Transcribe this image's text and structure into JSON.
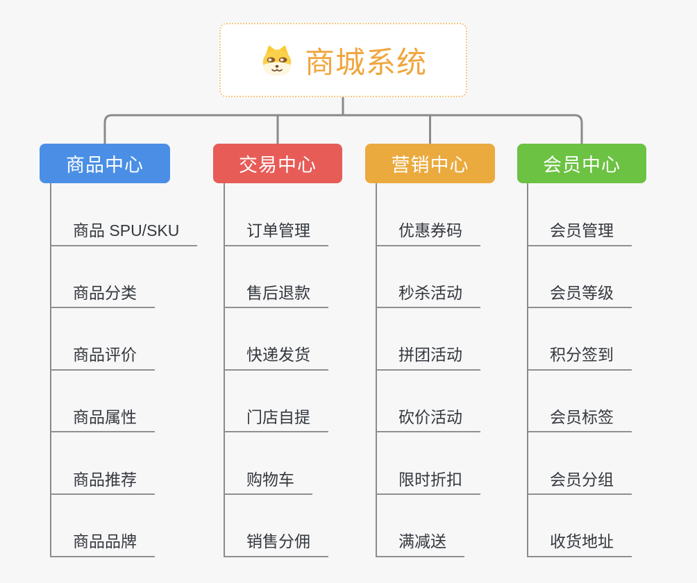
{
  "page": {
    "background_color": "#F7F7F8",
    "connector_color": "#8A8A8A",
    "leaf_underline_color": "#8F8F8F",
    "leaf_text_color": "#34383D"
  },
  "root": {
    "title": "商城系统",
    "icon": "shiba-dog-icon",
    "text_color": "#F0A63F",
    "border_color": "#F6C87D",
    "background": "#FFFFFF"
  },
  "branches": [
    {
      "label": "商品中心",
      "color": "#4A8FE5",
      "children": [
        "商品 SPU/SKU",
        "商品分类",
        "商品评价",
        "商品属性",
        "商品推荐",
        "商品品牌"
      ]
    },
    {
      "label": "交易中心",
      "color": "#E75C57",
      "children": [
        "订单管理",
        "售后退款",
        "快递发货",
        "门店自提",
        "购物车",
        "销售分佣"
      ]
    },
    {
      "label": "营销中心",
      "color": "#EBAA3E",
      "children": [
        "优惠券码",
        "秒杀活动",
        "拼团活动",
        "砍价活动",
        "限时折扣",
        "满减送"
      ]
    },
    {
      "label": "会员中心",
      "color": "#6CC242",
      "children": [
        "会员管理",
        "会员等级",
        "积分签到",
        "会员标签",
        "会员分组",
        "收货地址"
      ]
    }
  ]
}
